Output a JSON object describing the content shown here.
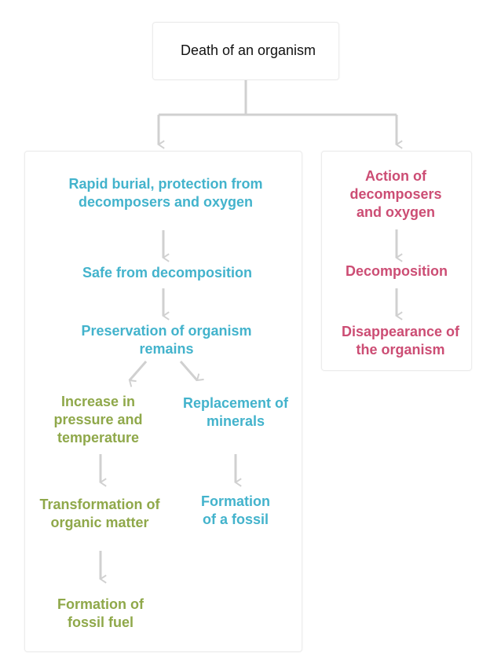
{
  "colors": {
    "blue": "#43b3cc",
    "red": "#cc4d74",
    "green": "#8fa84a",
    "arrow": "#d0d0d0",
    "root_text": "#111111"
  },
  "root": {
    "label": "Death of an organism"
  },
  "left_branch": {
    "rapid_burial": [
      "Rapid burial, protection from",
      "decomposers and oxygen"
    ],
    "safe": [
      "Safe from decomposition"
    ],
    "preservation": [
      "Preservation of organism",
      "remains"
    ],
    "pressure": [
      "Increase in",
      "pressure and",
      "temperature"
    ],
    "transformation": [
      "Transformation of",
      "organic matter"
    ],
    "fossil_fuel": [
      "Formation of",
      "fossil fuel"
    ],
    "replacement": [
      "Replacement of",
      "minerals"
    ],
    "fossil": [
      "Formation",
      "of a fossil"
    ]
  },
  "right_branch": {
    "action": [
      "Action of",
      "decomposers",
      "and oxygen"
    ],
    "decomposition": [
      "Decomposition"
    ],
    "disappearance": [
      "Disappearance of",
      "the organism"
    ]
  }
}
